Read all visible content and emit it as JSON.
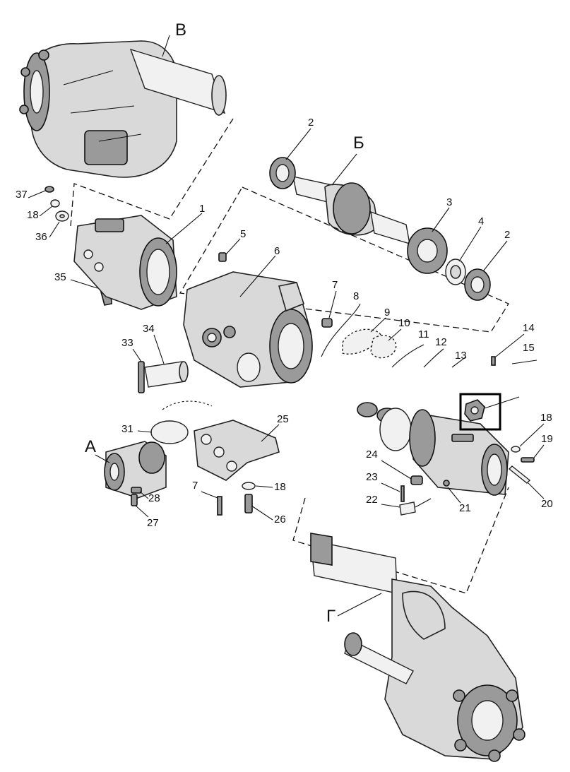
{
  "diagram": {
    "assembly_labels": {
      "V": "В",
      "B": "Б",
      "A": "А",
      "G": "Г"
    },
    "part_labels": {
      "p1": "1",
      "p2a": "2",
      "p2b": "2",
      "p3": "3",
      "p4": "4",
      "p5": "5",
      "p6": "6",
      "p7a": "7",
      "p7b": "7",
      "p8": "8",
      "p9": "9",
      "p10": "10",
      "p11": "11",
      "p12": "12",
      "p13": "13",
      "p14": "14",
      "p15": "15",
      "p18a": "18",
      "p18b": "18",
      "p18c": "18",
      "p19": "19",
      "p20": "20",
      "p21": "21",
      "p22": "22",
      "p23": "23",
      "p24": "24",
      "p25": "25",
      "p26": "26",
      "p27": "27",
      "p28": "28",
      "p31": "31",
      "p33": "33",
      "p34": "34",
      "p35": "35",
      "p36": "36",
      "p37": "37"
    },
    "highlight": "selected-part"
  }
}
